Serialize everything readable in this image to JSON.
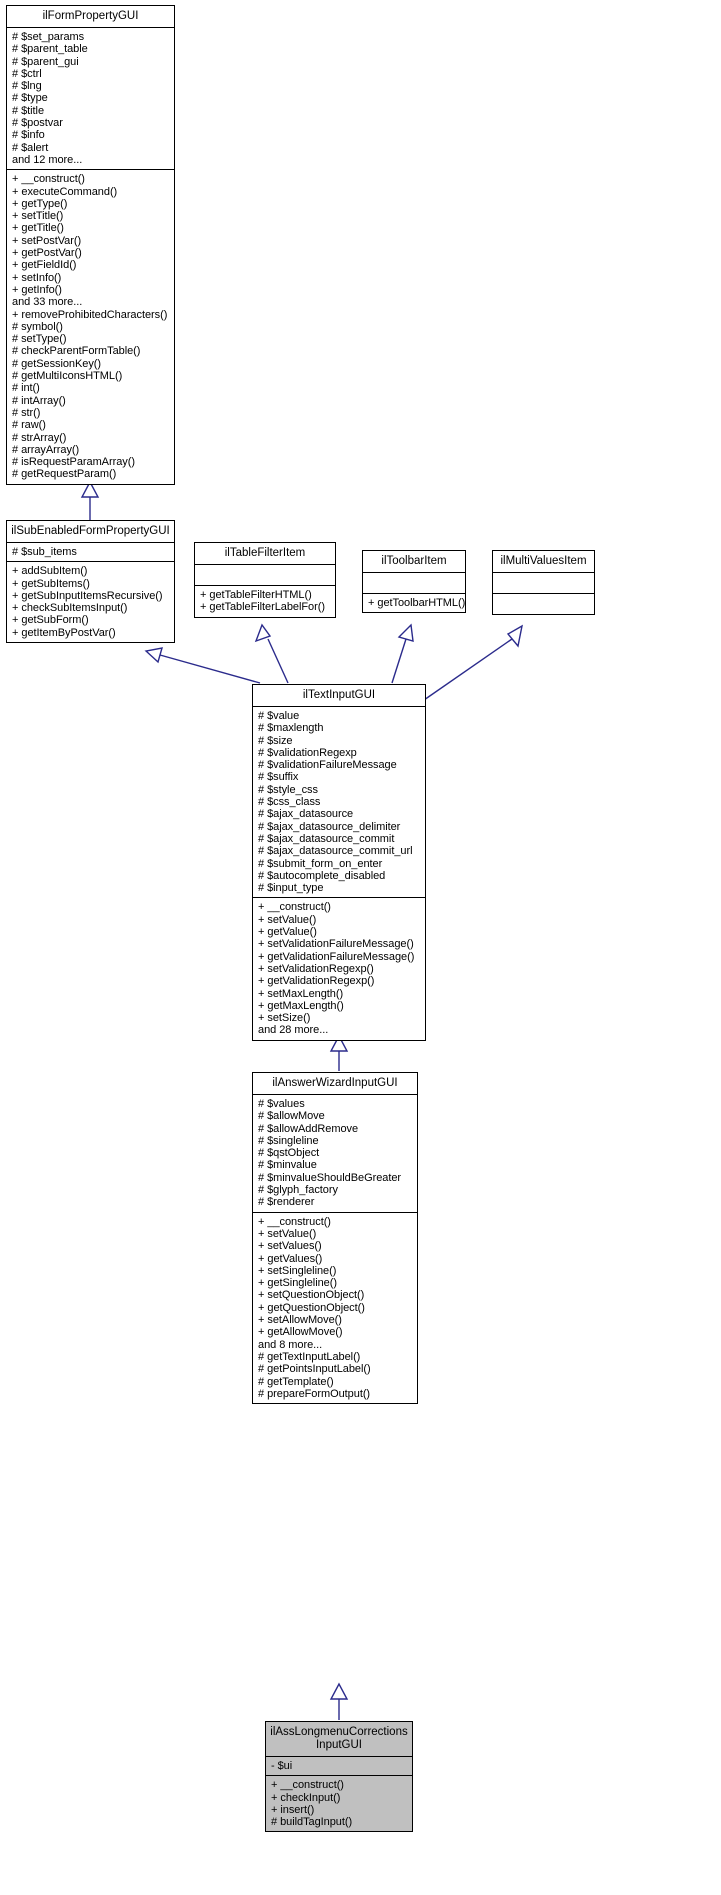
{
  "diagram": {
    "kind": "uml-class-diagram",
    "background": "#ffffff",
    "edge_color": "#2b2b8c",
    "border_color": "#000000",
    "highlight_fill": "#c0c0c0"
  },
  "classes": {
    "ilFormPropertyGUI": {
      "name": "ilFormPropertyGUI",
      "attributes": [
        "# $set_params",
        "# $parent_table",
        "# $parent_gui",
        "# $ctrl",
        "# $lng",
        "# $type",
        "# $title",
        "# $postvar",
        "# $info",
        "# $alert",
        "and 12 more..."
      ],
      "methods": [
        "+ __construct()",
        "+ executeCommand()",
        "+ getType()",
        "+ setTitle()",
        "+ getTitle()",
        "+ setPostVar()",
        "+ getPostVar()",
        "+ getFieldId()",
        "+ setInfo()",
        "+ getInfo()",
        "and 33 more...",
        "+ removeProhibitedCharacters()",
        "# symbol()",
        "# setType()",
        "# checkParentFormTable()",
        "# getSessionKey()",
        "# getMultiIconsHTML()",
        "# int()",
        "# intArray()",
        "# str()",
        "# raw()",
        "# strArray()",
        "# arrayArray()",
        "# isRequestParamArray()",
        "# getRequestParam()"
      ]
    },
    "ilSubEnabledFormPropertyGUI": {
      "name": "ilSubEnabledFormPropertyGUI",
      "attributes": [
        "# $sub_items"
      ],
      "methods": [
        "+ addSubItem()",
        "+ getSubItems()",
        "+ getSubInputItemsRecursive()",
        "+ checkSubItemsInput()",
        "+ getSubForm()",
        "+ getItemByPostVar()"
      ]
    },
    "ilTableFilterItem": {
      "name": "ilTableFilterItem",
      "attributes": [],
      "methods": [
        "+ getTableFilterHTML()",
        "+ getTableFilterLabelFor()"
      ]
    },
    "ilToolbarItem": {
      "name": "ilToolbarItem",
      "attributes": [],
      "methods": [
        "+ getToolbarHTML()"
      ]
    },
    "ilMultiValuesItem": {
      "name": "ilMultiValuesItem",
      "attributes": [],
      "methods": []
    },
    "ilTextInputGUI": {
      "name": "ilTextInputGUI",
      "attributes": [
        "# $value",
        "# $maxlength",
        "# $size",
        "# $validationRegexp",
        "# $validationFailureMessage",
        "# $suffix",
        "# $style_css",
        "# $css_class",
        "# $ajax_datasource",
        "# $ajax_datasource_delimiter",
        "# $ajax_datasource_commit",
        "# $ajax_datasource_commit_url",
        "# $submit_form_on_enter",
        "# $autocomplete_disabled",
        "# $input_type"
      ],
      "methods": [
        "+ __construct()",
        "+ setValue()",
        "+ getValue()",
        "+ setValidationFailureMessage()",
        "+ getValidationFailureMessage()",
        "+ setValidationRegexp()",
        "+ getValidationRegexp()",
        "+ setMaxLength()",
        "+ getMaxLength()",
        "+ setSize()",
        "and 28 more..."
      ]
    },
    "ilAnswerWizardInputGUI": {
      "name": "ilAnswerWizardInputGUI",
      "attributes": [
        "# $values",
        "# $allowMove",
        "# $allowAddRemove",
        "# $singleline",
        "# $qstObject",
        "# $minvalue",
        "# $minvalueShouldBeGreater",
        "# $glyph_factory",
        "# $renderer"
      ],
      "methods": [
        "+ __construct()",
        "+ setValue()",
        "+ setValues()",
        "+ getValues()",
        "+ setSingleline()",
        "+ getSingleline()",
        "+ setQuestionObject()",
        "+ getQuestionObject()",
        "+ setAllowMove()",
        "+ getAllowMove()",
        "and 8 more...",
        "# getTextInputLabel()",
        "# getPointsInputLabel()",
        "# getTemplate()",
        "# prepareFormOutput()"
      ]
    },
    "ilAssLongmenuCorrectionsInputGUI": {
      "name": "ilAssLongmenuCorrections\nInputGUI",
      "attributes": [
        "- $ui"
      ],
      "methods": [
        "+ __construct()",
        "+ checkInput()",
        "+ insert()",
        "# buildTagInput()"
      ]
    }
  },
  "relations": [
    {
      "from": "ilSubEnabledFormPropertyGUI",
      "to": "ilFormPropertyGUI",
      "type": "generalization"
    },
    {
      "from": "ilTextInputGUI",
      "to": "ilSubEnabledFormPropertyGUI",
      "type": "generalization"
    },
    {
      "from": "ilTextInputGUI",
      "to": "ilTableFilterItem",
      "type": "generalization"
    },
    {
      "from": "ilTextInputGUI",
      "to": "ilToolbarItem",
      "type": "generalization"
    },
    {
      "from": "ilTextInputGUI",
      "to": "ilMultiValuesItem",
      "type": "generalization"
    },
    {
      "from": "ilAnswerWizardInputGUI",
      "to": "ilTextInputGUI",
      "type": "generalization"
    },
    {
      "from": "ilAssLongmenuCorrectionsInputGUI",
      "to": "ilAnswerWizardInputGUI",
      "type": "generalization"
    }
  ]
}
